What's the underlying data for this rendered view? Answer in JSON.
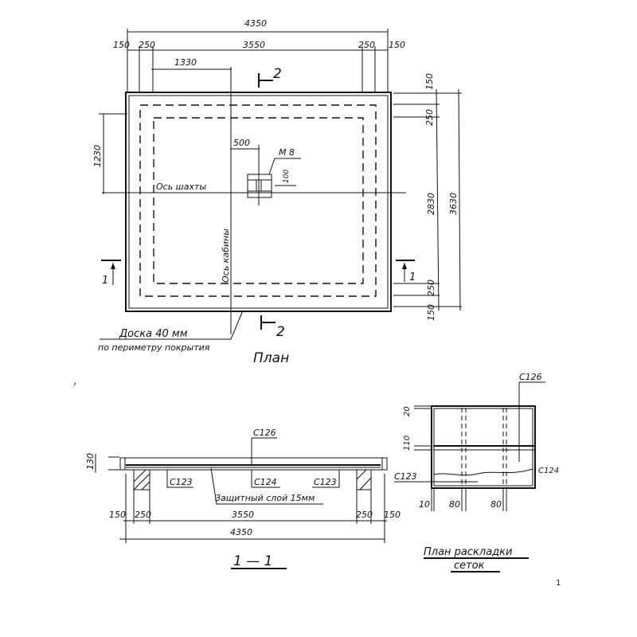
{
  "plan": {
    "title": "План",
    "dims_top": {
      "overall": "4350",
      "edge_left": "150",
      "wall_left": "250",
      "inner": "3550",
      "wall_right": "250",
      "edge_right": "150",
      "axis_offset": "1330"
    },
    "dims_right": {
      "edge_top": "150",
      "wall_top": "250",
      "inner": "2830",
      "overall": "3630",
      "wall_bottom": "250",
      "edge_bottom": "150"
    },
    "dim_left": "1230",
    "dim_insert_offset": "500",
    "dim_insert_size": "100",
    "insert_label": "М 8",
    "shaft_axis": "Ось шахты",
    "cabin_axis": "Ось кабины",
    "section_2": "2",
    "section_1": "1",
    "board_note_line1": "Доска 40 мм",
    "board_note_line2": "по периметру покрытия"
  },
  "section": {
    "title": "1 — 1",
    "thickness": "130",
    "mesh_top": "С126",
    "mesh_left": "С123",
    "mesh_mid": "С124",
    "mesh_right": "С123",
    "cover_note": "Защитный слой 15мм",
    "dims": {
      "edge_left": "150",
      "wall_left": "250",
      "inner": "3550",
      "wall_right": "250",
      "edge_right": "150",
      "overall": "4350"
    }
  },
  "mesh_plan": {
    "title_line1": "План раскладки",
    "title_line2": "сеток",
    "label_top": "С126",
    "label_right": "С124",
    "label_left": "С123",
    "dim_top": "20",
    "dim_mid": "110",
    "dim_edge": "10",
    "dim_gap1": "80",
    "dim_gap2": "80"
  },
  "sheet_mark": "1"
}
